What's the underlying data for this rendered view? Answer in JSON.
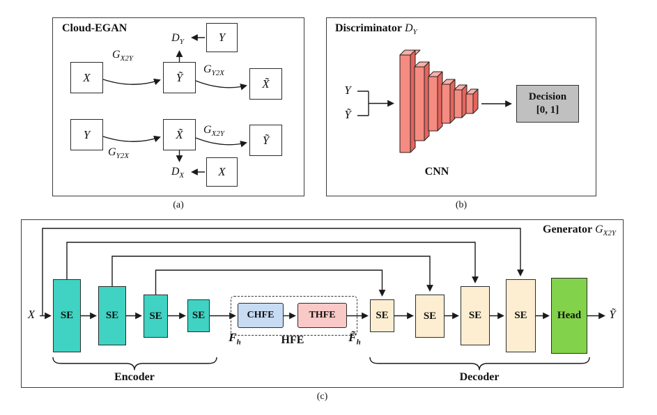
{
  "figure": {
    "panel_a": {
      "caption": "(a)",
      "title": "Cloud-EGAN",
      "boxes": {
        "x_row1": "X",
        "y_tilde_row1": "Ỹ",
        "x_tilde_row1": "X̃",
        "y_row2": "Y",
        "x_tilde_row2": "X̃",
        "y_tilde_row2": "Ỹ",
        "y_disc": "Y",
        "x_disc": "X"
      },
      "edge_labels": {
        "g_x2y": {
          "base": "G",
          "sub": "X2Y"
        },
        "g_y2x": {
          "base": "G",
          "sub": "Y2X"
        },
        "d_y": {
          "base": "D",
          "sub": "Y"
        },
        "d_x": {
          "base": "D",
          "sub": "X"
        }
      }
    },
    "panel_b": {
      "caption": "(b)",
      "title_text": "Discriminator",
      "title_var": {
        "base": "D",
        "sub": "Y"
      },
      "input_y": "Y",
      "input_y_tilde": "Ỹ",
      "cnn_label": "CNN",
      "decision_line1": "Decision",
      "decision_line2": "[0, 1]"
    },
    "panel_c": {
      "caption": "(c)",
      "title_text": "Generator",
      "title_var": {
        "base": "G",
        "sub": "X2Y"
      },
      "input": "X",
      "output": "Ỹ",
      "encoder_blocks": [
        "SE",
        "SE",
        "SE",
        "SE"
      ],
      "decoder_blocks": [
        "SE",
        "SE",
        "SE",
        "SE"
      ],
      "chfe_label": "CHFE",
      "thfe_label": "THFE",
      "hfe_label": "HFE",
      "f_h": {
        "base": "F",
        "sub": "h"
      },
      "f_h_tilde": {
        "base": "F̃",
        "sub": "h"
      },
      "head_label": "Head",
      "encoder_label": "Encoder",
      "decoder_label": "Decoder"
    },
    "colors": {
      "encoder_se": "#40d2c2",
      "decoder_se": "#fdeed2",
      "head": "#83d24b",
      "chfe": "#c7dbf3",
      "thfe": "#f9c9c7",
      "cnn_block": "#f58b81",
      "decision_bg": "#c0c0c0"
    }
  }
}
